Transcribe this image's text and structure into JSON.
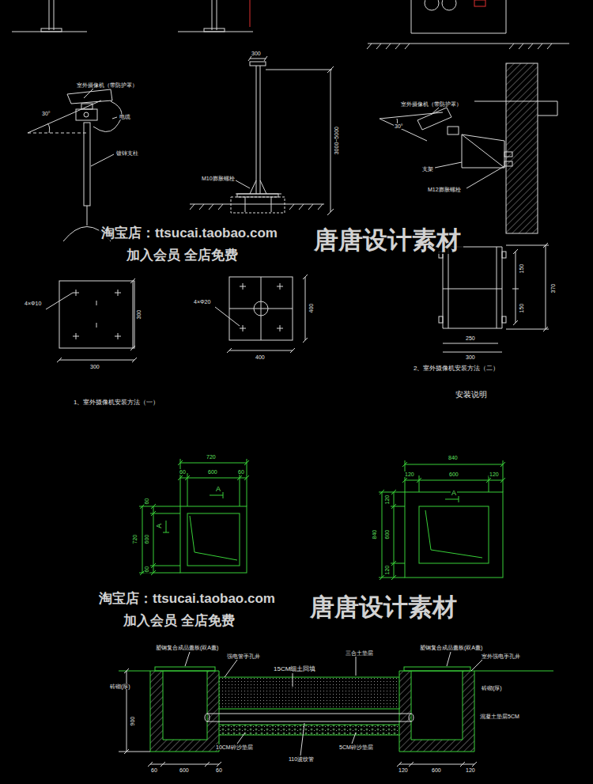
{
  "diagram": {
    "labels": [
      "室外摄像机（带防护罩）",
      "30°",
      "电缆",
      "镀锌支柱",
      "300",
      "3000~5000",
      "M10膨胀螺栓",
      "室外摄像机（带防护罩）",
      "30°",
      "支架",
      "M12膨胀螺栓",
      "淘宝店：ttsucai.taobao.com",
      "加入会员 全店免费",
      "唐唐设计素材",
      "4×Φ10",
      "300",
      "300",
      "4×Φ20",
      "400",
      "400",
      "150",
      "150",
      "370",
      "250",
      "300",
      "2、室外摄像机安装方法（二）",
      "安装说明",
      "1、室外摄像机安装方法（一）",
      "720",
      "60",
      "600",
      "60",
      "A",
      "720",
      "60",
      "600",
      "60",
      "A",
      "840",
      "120",
      "600",
      "120",
      "A",
      "840",
      "120",
      "600",
      "120",
      "淘宝店：ttsucai.taobao.com",
      "加入会员 全店免费",
      "唐唐设计素材",
      "塑钢复合成品盖板(双A盖)",
      "强电管手孔井",
      "15CM细土回填",
      "三合土垫层",
      "塑钢复合成品盖板(双A盖)",
      "室外强电手孔井",
      "900",
      "砖砌(厚)",
      "砖砌(厚)",
      "混凝土垫层5CM",
      "10CM碎沙垫层",
      "110波纹管",
      "5CM碎沙垫层",
      "60",
      "600",
      "60",
      "120",
      "600",
      "120"
    ]
  }
}
